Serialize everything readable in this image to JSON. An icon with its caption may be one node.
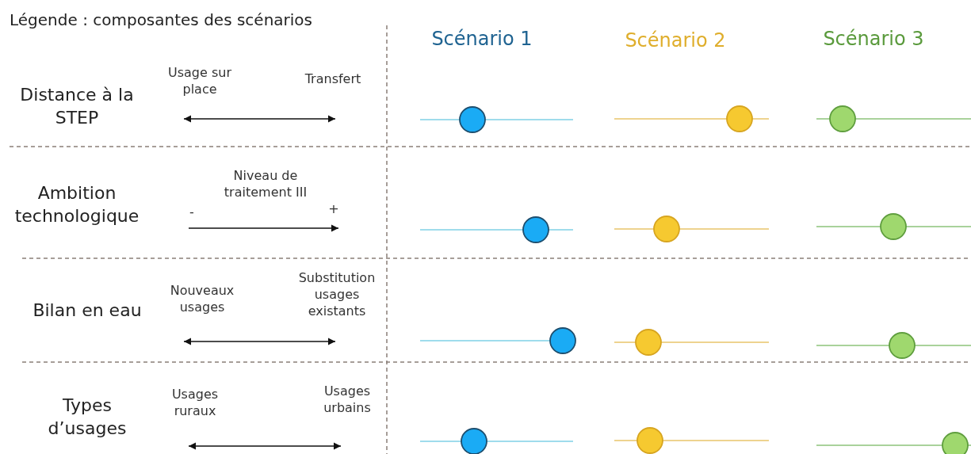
{
  "diagram": {
    "title": "Légende : composantes des scénarios",
    "labels": [
      "Scénario 1",
      "Scénario 2",
      "Scénario 3",
      "Distance à la STEP",
      "Usage sur place",
      "Transfert",
      "Ambition technologique",
      "Niveau de traitement III",
      "-",
      "+",
      "Bilan en eau",
      "Nouveaux usages",
      "Substitution usages existants",
      "Types d’usages",
      "Usages ruraux",
      "Usages urbains"
    ]
  }
}
